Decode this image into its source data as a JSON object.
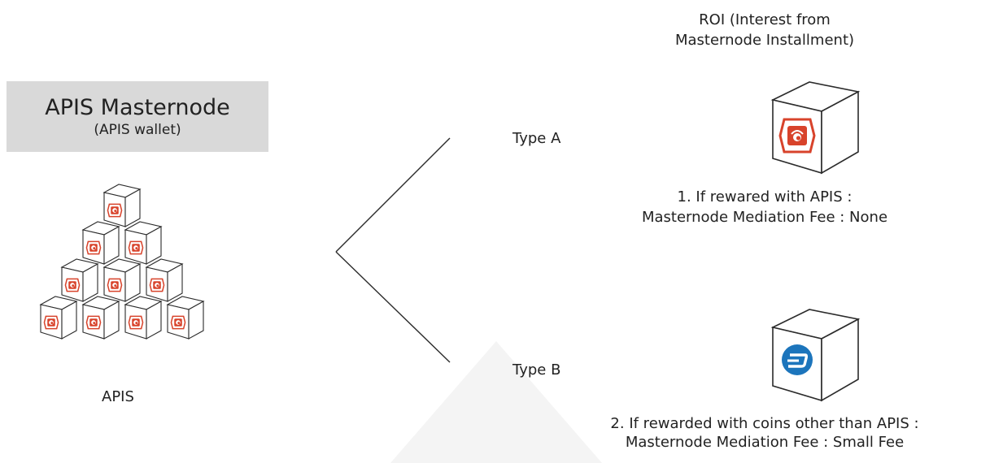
{
  "left": {
    "title": "APIS Masternode",
    "subtitle": "(APIS wallet)",
    "caption": "APIS"
  },
  "branches": {
    "type_a": "Type A",
    "type_b": "Type B"
  },
  "right": {
    "roi_line1": "ROI (Interest from",
    "roi_line2": "Masternode Installment)",
    "case1_line1": "1. If rewared with APIS :",
    "case1_line2": "Masternode Mediation Fee : None",
    "case2_line1": "2. If rewarded with coins other than APIS :",
    "case2_line2": "Masternode Mediation Fee : Small Fee"
  },
  "colors": {
    "apis_red": "#d8432b",
    "dash_blue": "#1c75bc",
    "cube_outline": "#2b2b2b",
    "title_bg": "#d9d9d9"
  },
  "icons": {
    "pyramid_block": "apis-logo-cube",
    "type_a_block": "apis-logo-cube",
    "type_b_block": "dash-logo-cube"
  }
}
